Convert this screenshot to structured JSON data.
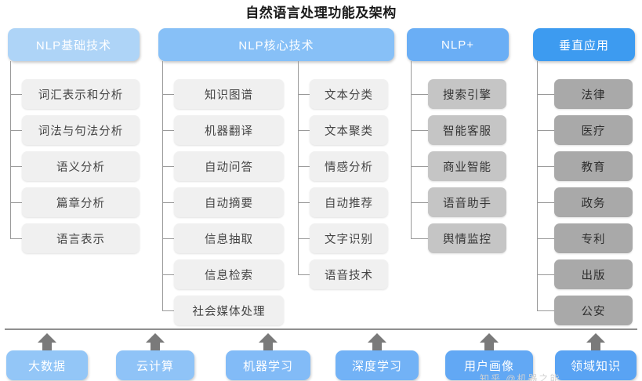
{
  "title": "自然语言处理功能及架构",
  "colors": {
    "header_basic": "#aed4f7",
    "header_core": "#87c0f7",
    "header_plus": "#6aaef5",
    "header_vertical": "#3d9bf0",
    "leaf_light": "#f0f0f0",
    "leaf_mid": "#c5c5c5",
    "leaf_dark": "#a9a9a9",
    "connector": "#9a9a9a",
    "arrow": "#7a7a7a",
    "title_text": "#1a1a1a"
  },
  "groups": [
    {
      "id": "nlp-basic",
      "header": "NLP基础技术",
      "columns": [
        {
          "items": [
            "词汇表示和分析",
            "词法与句法分析",
            "语义分析",
            "篇章分析",
            "语言表示"
          ]
        }
      ]
    },
    {
      "id": "nlp-core",
      "header": "NLP核心技术",
      "columns": [
        {
          "items": [
            "知识图谱",
            "机器翻译",
            "自动问答",
            "自动摘要",
            "信息抽取",
            "信息检索",
            "社会媒体处理"
          ]
        },
        {
          "items": [
            "文本分类",
            "文本聚类",
            "情感分析",
            "自动推荐",
            "文字识别",
            "语音技术"
          ]
        }
      ]
    },
    {
      "id": "nlp-plus",
      "header": "NLP+",
      "columns": [
        {
          "items": [
            "搜索引擎",
            "智能客服",
            "商业智能",
            "语音助手",
            "舆情监控"
          ]
        }
      ]
    },
    {
      "id": "vertical-application",
      "header": "垂直应用",
      "columns": [
        {
          "items": [
            "法律",
            "医疗",
            "教育",
            "政务",
            "专利",
            "出版",
            "公安"
          ]
        }
      ]
    }
  ],
  "foundation": {
    "items": [
      "大数据",
      "云计算",
      "机器学习",
      "深度学习",
      "用户画像",
      "领域知识"
    ],
    "colors": [
      "#93c6f7",
      "#8fc3f7",
      "#82bbf7",
      "#72b2f6",
      "#62a8f4",
      "#59a3f3"
    ]
  },
  "watermark": "知乎 @机器之能"
}
